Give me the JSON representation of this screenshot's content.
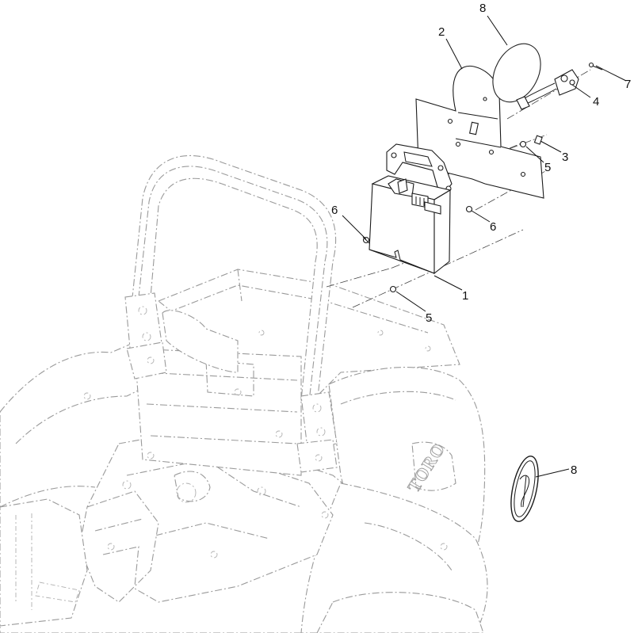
{
  "brand_text": "TORO",
  "callouts": [
    {
      "id": "c8a",
      "label": "8"
    },
    {
      "id": "c2",
      "label": "2"
    },
    {
      "id": "c7",
      "label": "7"
    },
    {
      "id": "c4",
      "label": "4"
    },
    {
      "id": "c3",
      "label": "3"
    },
    {
      "id": "c5a",
      "label": "5"
    },
    {
      "id": "c6a",
      "label": "6"
    },
    {
      "id": "c6b",
      "label": "6"
    },
    {
      "id": "c1",
      "label": "1"
    },
    {
      "id": "c5b",
      "label": "5"
    },
    {
      "id": "c8b",
      "label": "8"
    }
  ]
}
